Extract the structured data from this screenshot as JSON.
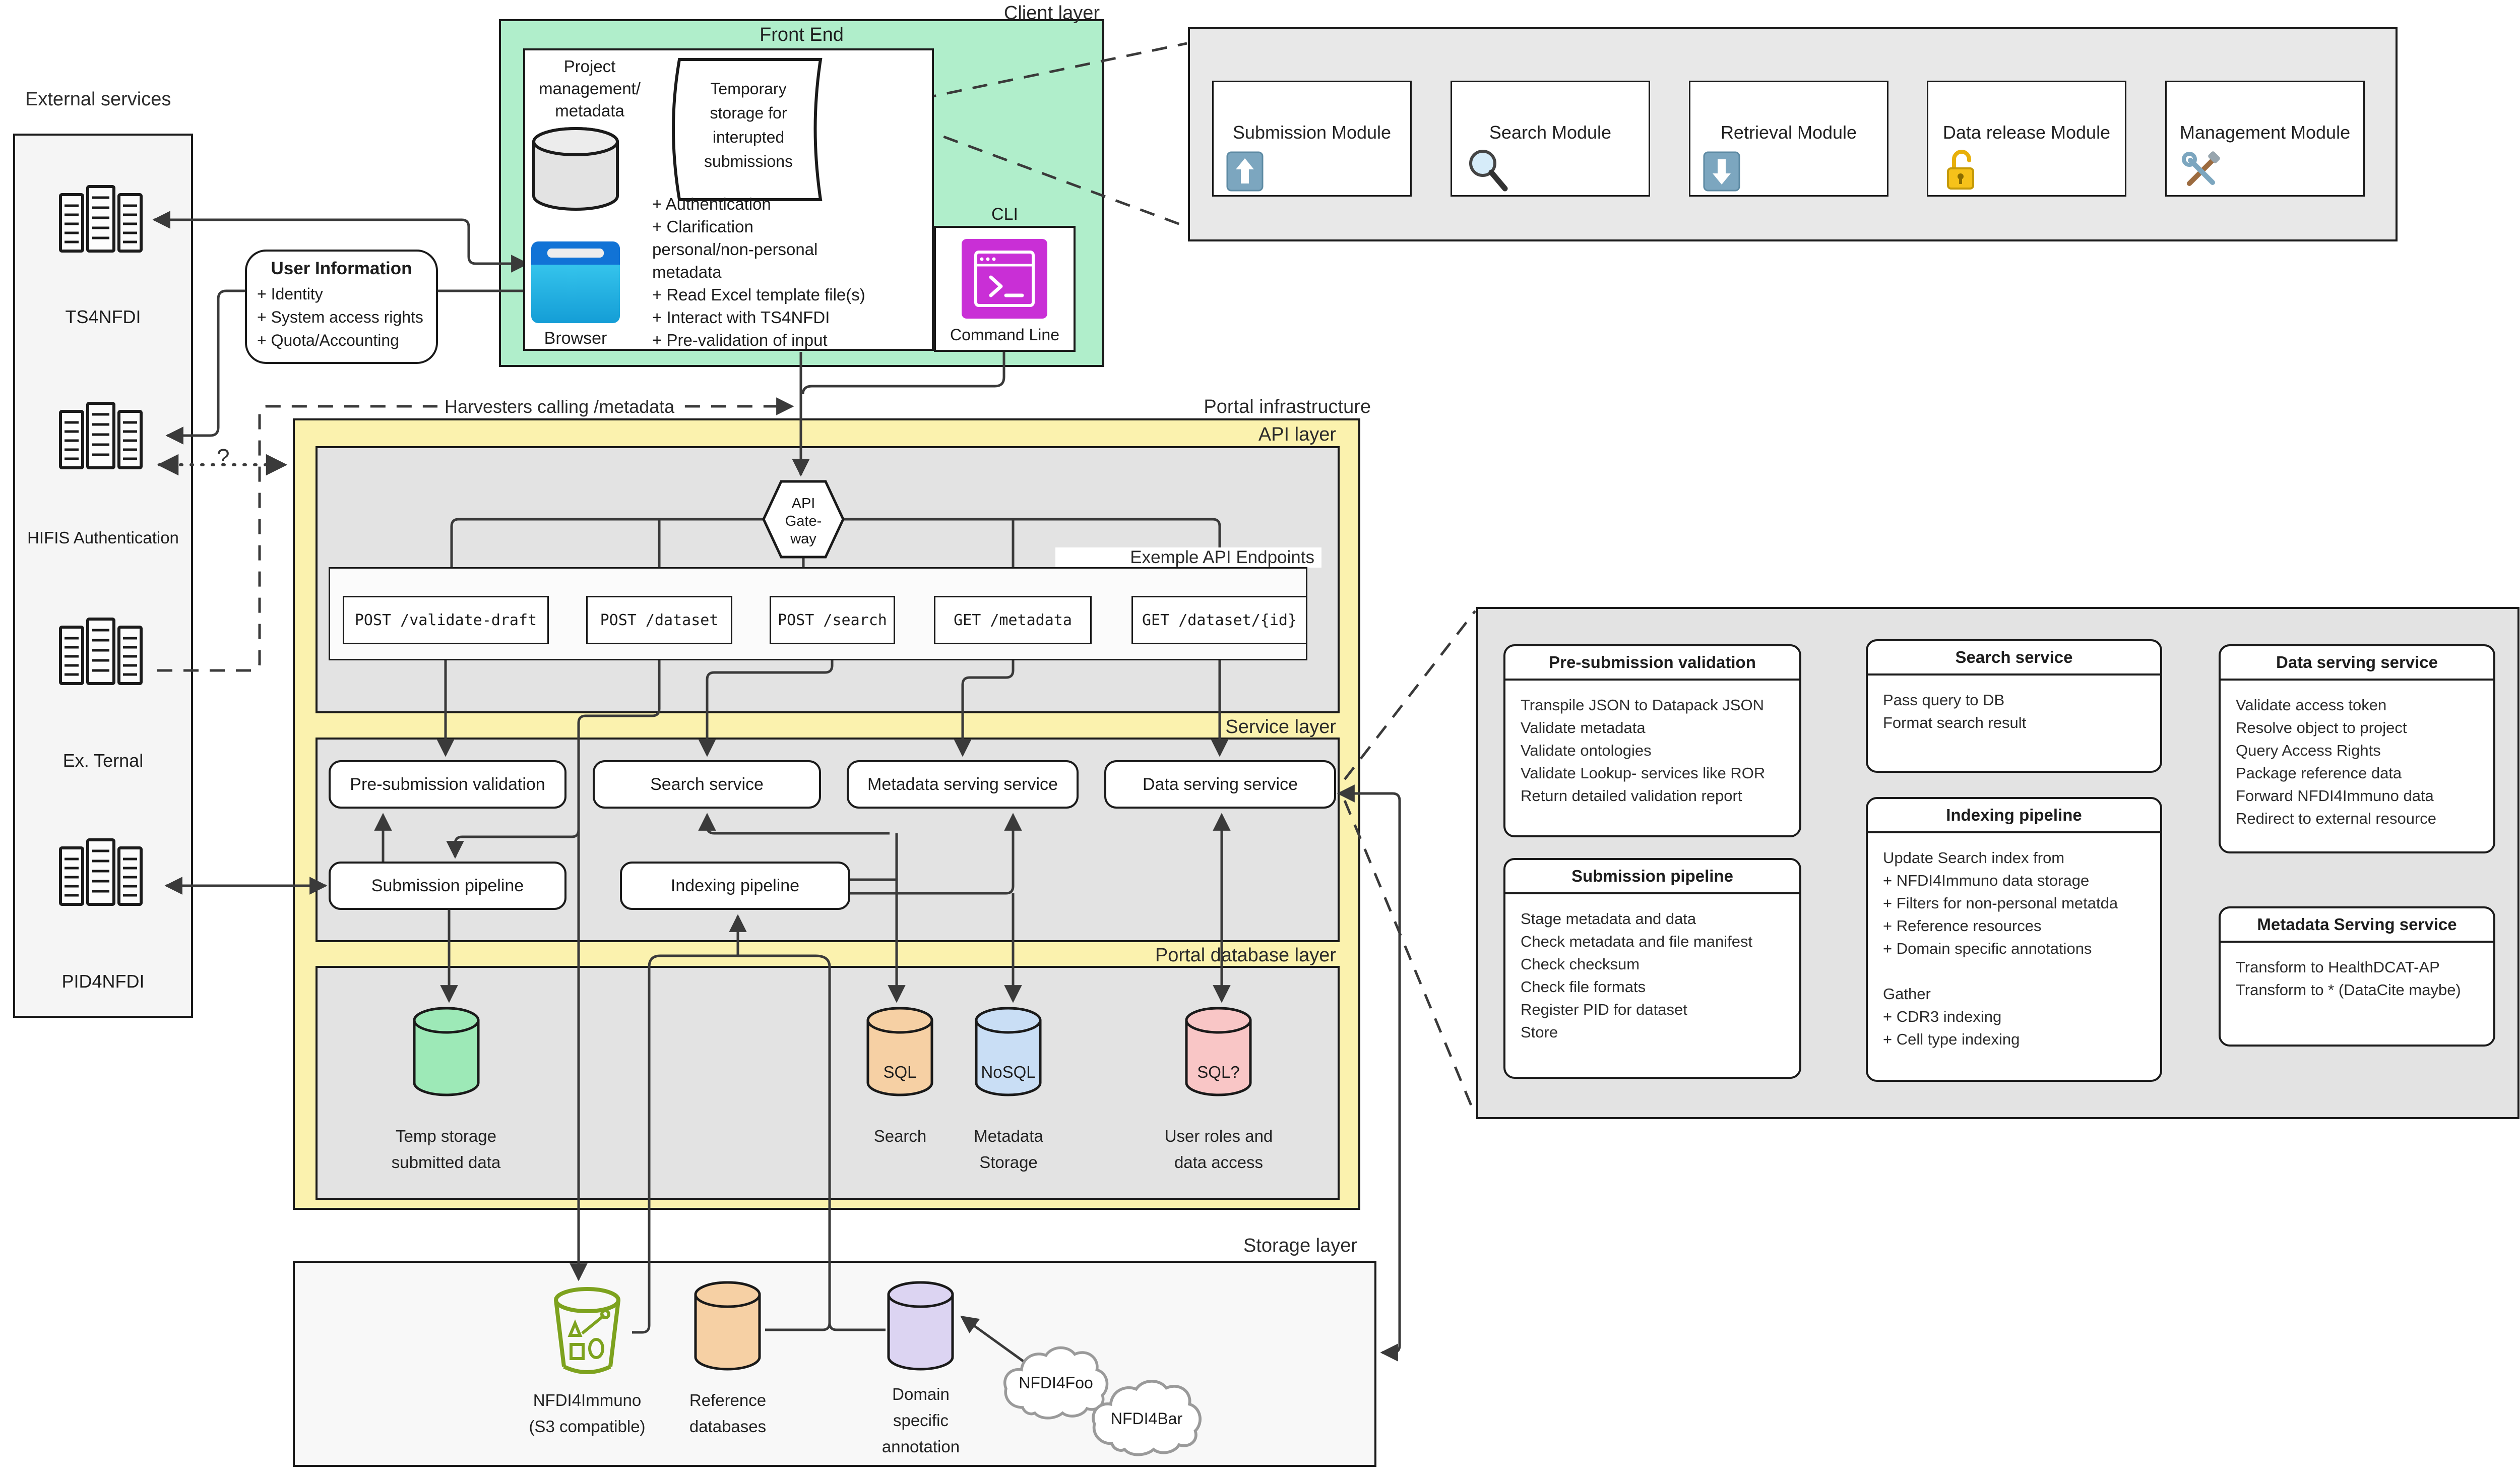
{
  "diagram": {
    "layers": {
      "client": "Client layer",
      "portal": "Portal infrastructure",
      "api": "API layer",
      "service": "Service layer",
      "database": "Portal database layer",
      "storage": "Storage layer"
    },
    "external": {
      "title": "External services",
      "services": [
        {
          "label": "TS4NFDI"
        },
        {
          "label": "HIFIS Authentication"
        },
        {
          "label": "Ex. Ternal"
        },
        {
          "label": "PID4NFDI"
        }
      ]
    },
    "user_info": {
      "title": "User Information",
      "items": [
        "+ Identity",
        "+ System access rights",
        "+ Quota/Accounting"
      ]
    },
    "front_end": {
      "title": "Front End",
      "project_db": [
        "Project",
        "management/",
        "metadata"
      ],
      "browser_label": "Browser",
      "temp_storage": [
        "Temporary",
        "storage for",
        "interupted",
        "submissions"
      ],
      "features": [
        "+ Authentication",
        "+ Clarification",
        "personal/non-personal",
        "metadata",
        "+ Read Excel template file(s)",
        "+ Interact with TS4NFDI",
        "+ Pre-validation of input"
      ],
      "cli_label": "CLI",
      "cli_caption": "Command Line"
    },
    "modules": [
      {
        "label": "Submission Module"
      },
      {
        "label": "Search Module"
      },
      {
        "label": "Retrieval Module"
      },
      {
        "label": "Data release Module"
      },
      {
        "label": "Management Module"
      }
    ],
    "annotations": {
      "harvesters": "Harvesters calling /metadata",
      "question": "?"
    },
    "api": {
      "gateway": [
        "API",
        "Gate-",
        "way"
      ],
      "endpoints_title": "Exemple API Endpoints",
      "endpoints": [
        "POST /validate-draft",
        "POST /dataset",
        "POST /search",
        "GET /metadata",
        "GET /dataset/{id}"
      ]
    },
    "services": {
      "row1": [
        "Pre-submission validation",
        "Search service",
        "Metadata serving service",
        "Data serving service"
      ],
      "row2": [
        "Submission pipeline",
        "Indexing pipeline"
      ]
    },
    "databases": [
      {
        "type": "",
        "caption": [
          "Temp storage",
          "submitted data"
        ]
      },
      {
        "type": "SQL",
        "caption": [
          "Search"
        ]
      },
      {
        "type": "NoSQL",
        "caption": [
          "Metadata",
          "Storage"
        ]
      },
      {
        "type": "SQL?",
        "caption": [
          "User roles and",
          "data access"
        ]
      }
    ],
    "storage": {
      "bucket_caption": [
        "NFDI4Immuno",
        "(S3 compatible)"
      ],
      "reference_caption": [
        "Reference",
        "databases"
      ],
      "domain_caption": [
        "Domain",
        "specific",
        "annotation"
      ],
      "clouds": [
        "NFDI4Foo",
        "NFDI4Bar"
      ]
    },
    "detail_panel": {
      "pre_submission": {
        "title": "Pre-submission validation",
        "items": [
          "Transpile JSON to Datapack JSON",
          "Validate metadata",
          "Validate ontologies",
          "Validate Lookup- services like ROR",
          "Return detailed validation report"
        ]
      },
      "submission_pipeline": {
        "title": "Submission pipeline",
        "items": [
          "Stage metadata and data",
          "Check metadata and file manifest",
          "Check checksum",
          "Check file formats",
          "Register PID for dataset",
          "Store"
        ]
      },
      "search_service": {
        "title": "Search service",
        "items": [
          "Pass query to DB",
          "Format search result"
        ]
      },
      "indexing_pipeline": {
        "title": "Indexing pipeline",
        "items": [
          "Update Search index from",
          "+ NFDI4Immuno data storage",
          "+ Filters for non-personal metatda",
          "+ Reference resources",
          "+ Domain specific annotations",
          "",
          "Gather",
          "+ CDR3 indexing",
          "+ Cell type indexing"
        ]
      },
      "data_serving": {
        "title": "Data serving service",
        "items": [
          "Validate access token",
          "Resolve object to project",
          "Query Access Rights",
          "Package reference data",
          "Forward NFDI4Immuno data",
          "Redirect to external resource"
        ]
      },
      "metadata_serving": {
        "title": "Metadata Serving service",
        "items": [
          "Transform to HealthDCAT-AP",
          "Transform to * (DataCite maybe)"
        ]
      }
    },
    "colors": {
      "client_bg": "#b0eecb",
      "portal_bg": "#fbf2ae",
      "layer_bg": "#e3e3e3",
      "modules_bg": "#e8e8e8",
      "external_bg": "#f5f5f5",
      "storage_bg": "#f8f8f8",
      "line": "#3a3a3a",
      "temp_db": "#9de9b7",
      "sql_db": "#f6d0a4",
      "nosql_db": "#c9def5",
      "sqlq_db": "#f9c6c6",
      "reference_db": "#f6d0a4",
      "domain_db": "#dcd4f2",
      "bucket": "#7da21e",
      "browser_blue": "#1173d6",
      "cli_magenta": "#c92fd6"
    }
  }
}
